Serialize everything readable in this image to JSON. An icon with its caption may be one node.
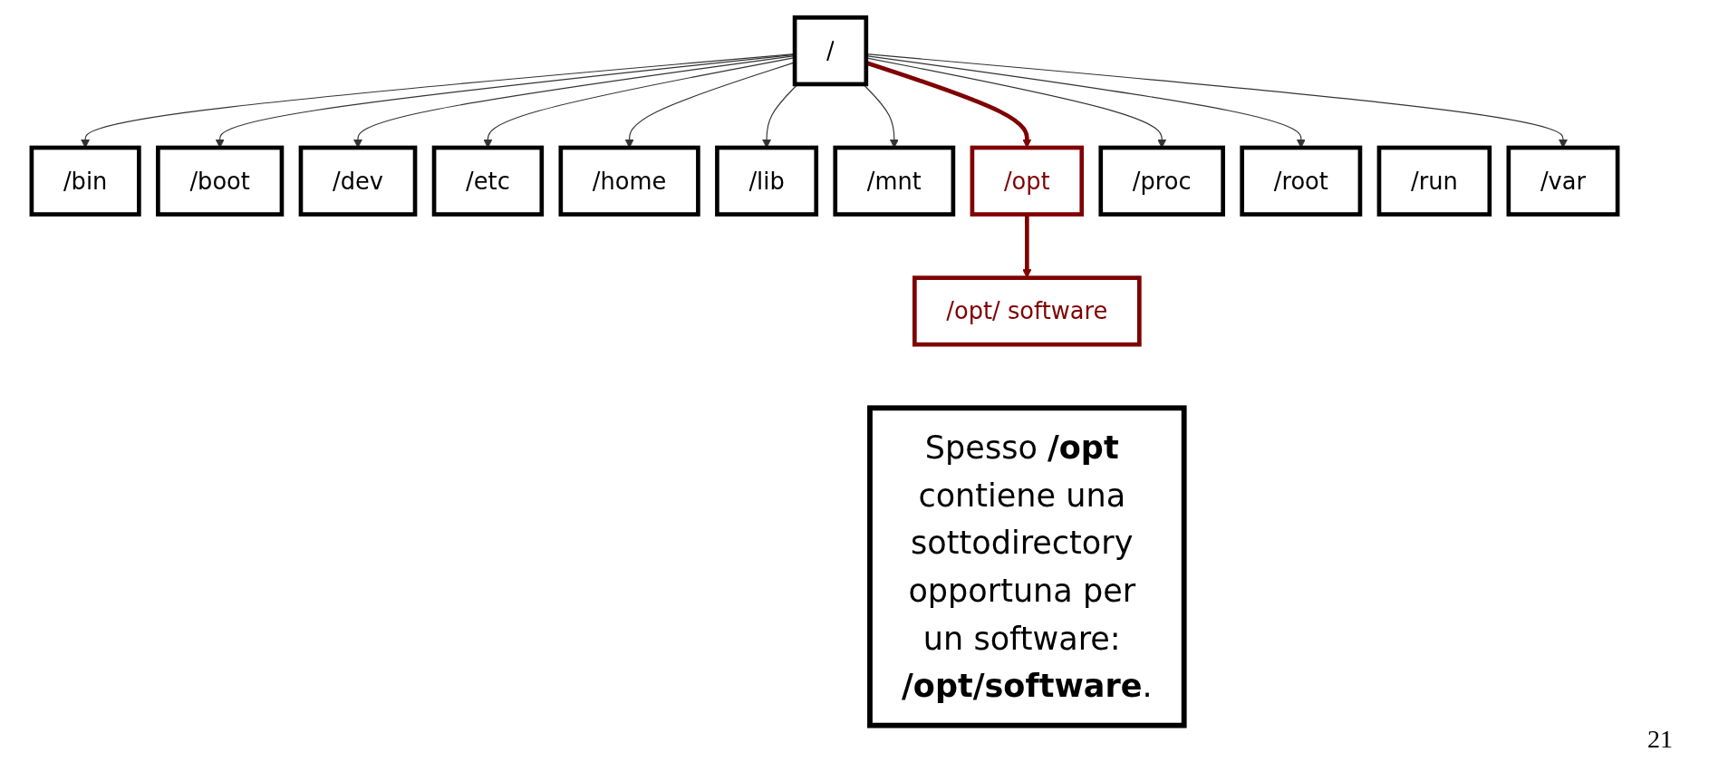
{
  "diagram": {
    "nodes": [
      {
        "text": [
          "/"
        ]
      },
      {
        "text": [
          "/bin"
        ]
      },
      {
        "text": [
          "/boot"
        ]
      },
      {
        "text": [
          "/dev"
        ]
      },
      {
        "text": [
          "/etc"
        ]
      },
      {
        "text": [
          "/home"
        ]
      },
      {
        "text": [
          "/lib"
        ]
      },
      {
        "text": [
          "/mnt"
        ]
      },
      {
        "text": [
          "/opt"
        ]
      },
      {
        "text": [
          "/proc"
        ]
      },
      {
        "text": [
          "/root"
        ]
      },
      {
        "text": [
          "/run"
        ]
      },
      {
        "text": [
          "/var"
        ]
      },
      {
        "text": [
          "/opt/ software"
        ]
      },
      {
        "text": [
          "Spesso **/opt** contiene una sottodirectory opportuna per un software: **/opt/software**."
        ]
      }
    ],
    "edges": [
      {
        "from": 0,
        "to": 1,
        "arrow": "to"
      },
      {
        "from": 0,
        "to": 2,
        "arrow": "to"
      },
      {
        "from": 0,
        "to": 3,
        "arrow": "to"
      },
      {
        "from": 0,
        "to": 4,
        "arrow": "to"
      },
      {
        "from": 0,
        "to": 5,
        "arrow": "to"
      },
      {
        "from": 0,
        "to": 6,
        "arrow": "to"
      },
      {
        "from": 0,
        "to": 7,
        "arrow": "to"
      },
      {
        "from": 0,
        "to": 8,
        "arrow": "to",
        "style": "thick",
        "color": "#7f0000"
      },
      {
        "from": 0,
        "to": 9,
        "arrow": "to"
      },
      {
        "from": 0,
        "to": 10,
        "arrow": "to"
      },
      {
        "from": 0,
        "to": 12,
        "arrow": "to"
      },
      {
        "from": 8,
        "to": 13,
        "arrow": "to",
        "style": "thick",
        "color": "#7f0000"
      }
    ],
    "labels": [
      "21"
    ]
  }
}
